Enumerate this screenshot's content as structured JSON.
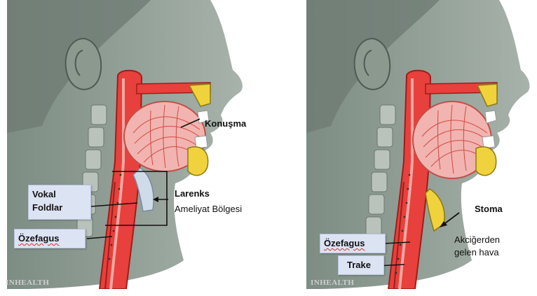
{
  "left_panel": {
    "labels": {
      "konusma": "Konuşma",
      "vokal_line1": "Vokal",
      "vokal_line2": "Foldlar",
      "larenks": "Larenks",
      "ameliyat": "Ameliyat Bölgesi",
      "ozefagus": "Özefagus"
    },
    "watermark": "INHEALTH"
  },
  "right_panel": {
    "labels": {
      "stoma": "Stoma",
      "akciger_line1": "Akciğerden",
      "akciger_line2": "gelen hava",
      "ozefagus": "Özefagus",
      "trake": "Trake"
    },
    "watermark": "INHEALTH"
  },
  "colors": {
    "skin": "#8b9a8f",
    "airway": "#e8403c",
    "tissue": "#f2b4b0",
    "bone": "#f0d23c",
    "label_box": "#dce3f3"
  }
}
